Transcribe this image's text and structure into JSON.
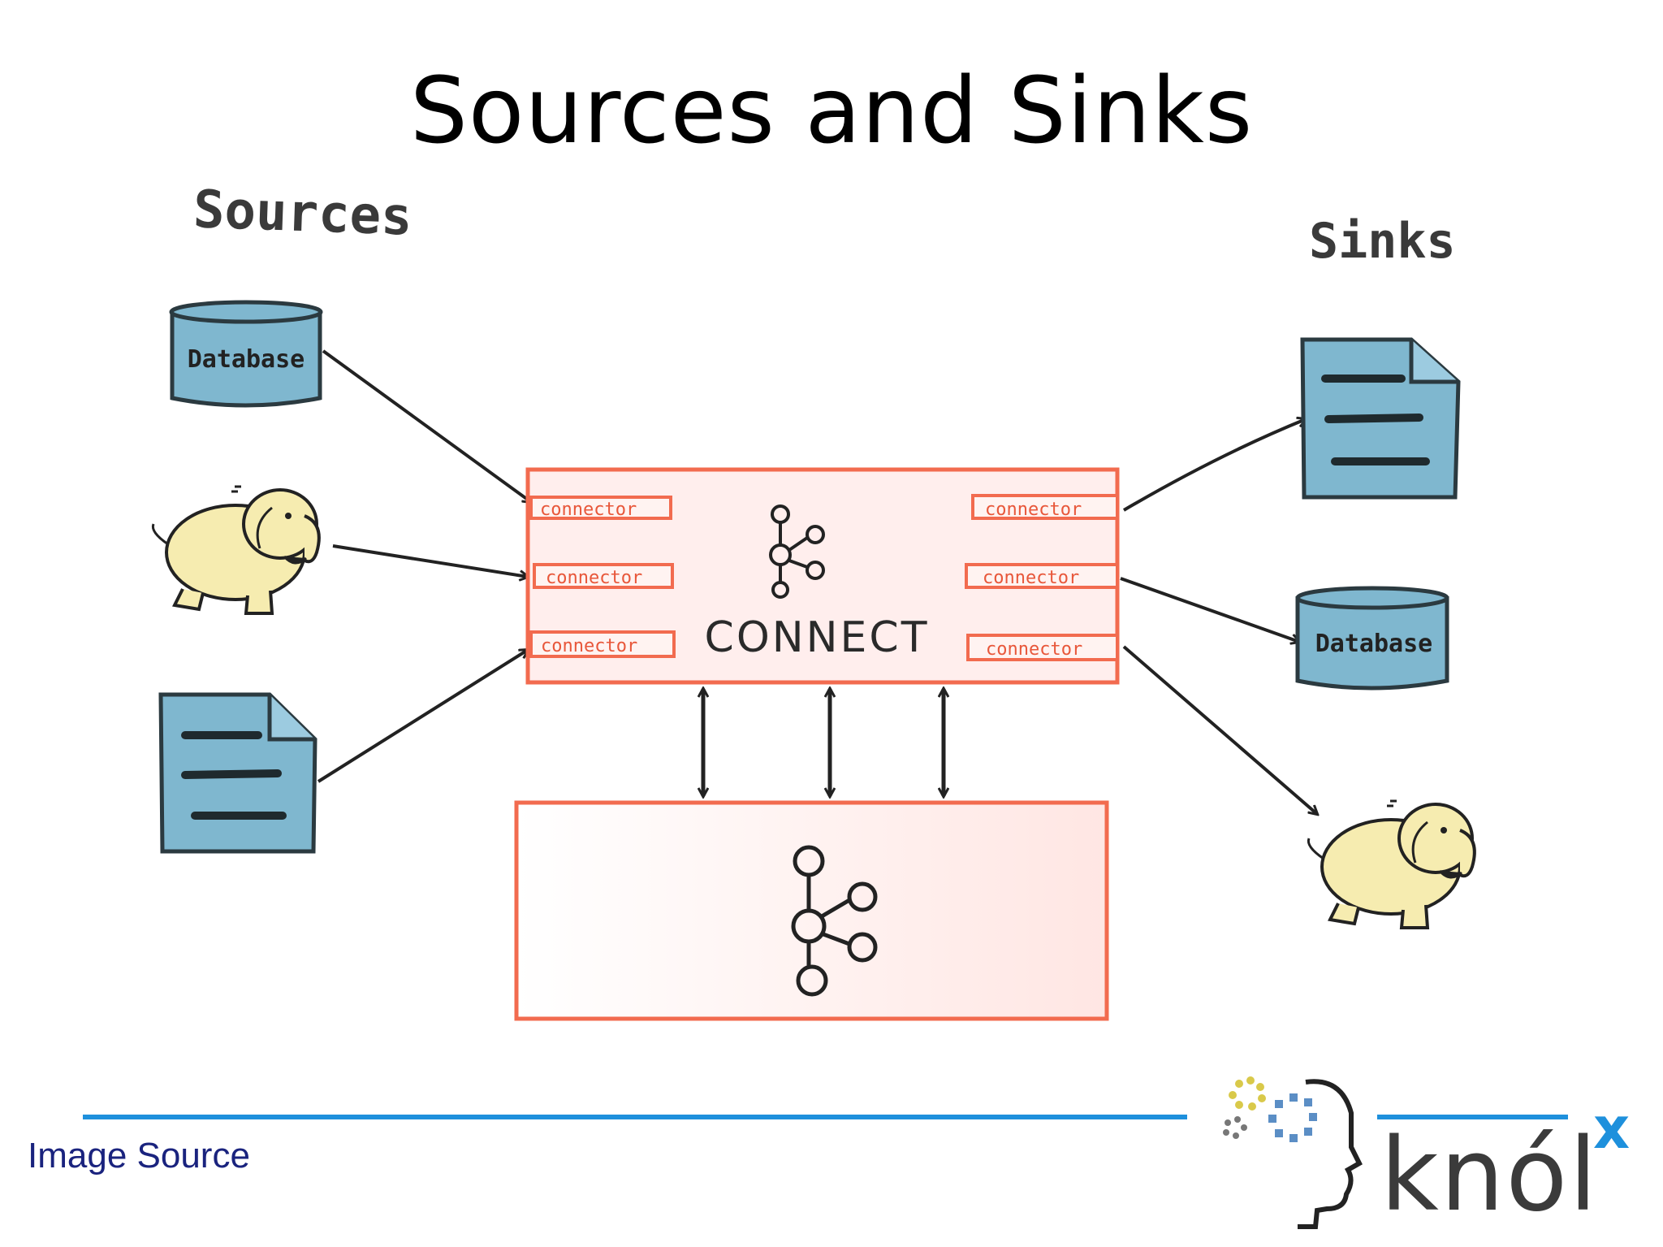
{
  "slide": {
    "title": "Sources and Sinks"
  },
  "sources": {
    "label": "Sources",
    "items": [
      {
        "kind": "database",
        "label": "Database",
        "icon": "database-icon"
      },
      {
        "kind": "hadoop",
        "icon": "hadoop-elephant-icon"
      },
      {
        "kind": "file",
        "icon": "document-icon"
      }
    ]
  },
  "sinks": {
    "label": "Sinks",
    "items": [
      {
        "kind": "file",
        "icon": "document-icon"
      },
      {
        "kind": "database",
        "label": "Database",
        "icon": "database-icon"
      },
      {
        "kind": "hadoop",
        "icon": "hadoop-elephant-icon"
      }
    ]
  },
  "connect": {
    "label": "CONNECT",
    "source_connectors": [
      "connector",
      "connector",
      "connector"
    ],
    "sink_connectors": [
      "connector",
      "connector",
      "connector"
    ],
    "icon": "kafka-icon"
  },
  "kafka_cluster": {
    "icon": "kafka-icon"
  },
  "footer": {
    "image_source": "Image Source",
    "brand": "knól",
    "brand_superscript": "x"
  },
  "colors": {
    "connect_border": "#f26b4f",
    "connect_fill": "#ffeeed",
    "item_fill": "#7fb7cf",
    "item_stroke": "#2b3a40",
    "elephant_fill": "#f6ecb0",
    "footer_line": "#1e90dc",
    "link_text": "#1a237e"
  }
}
